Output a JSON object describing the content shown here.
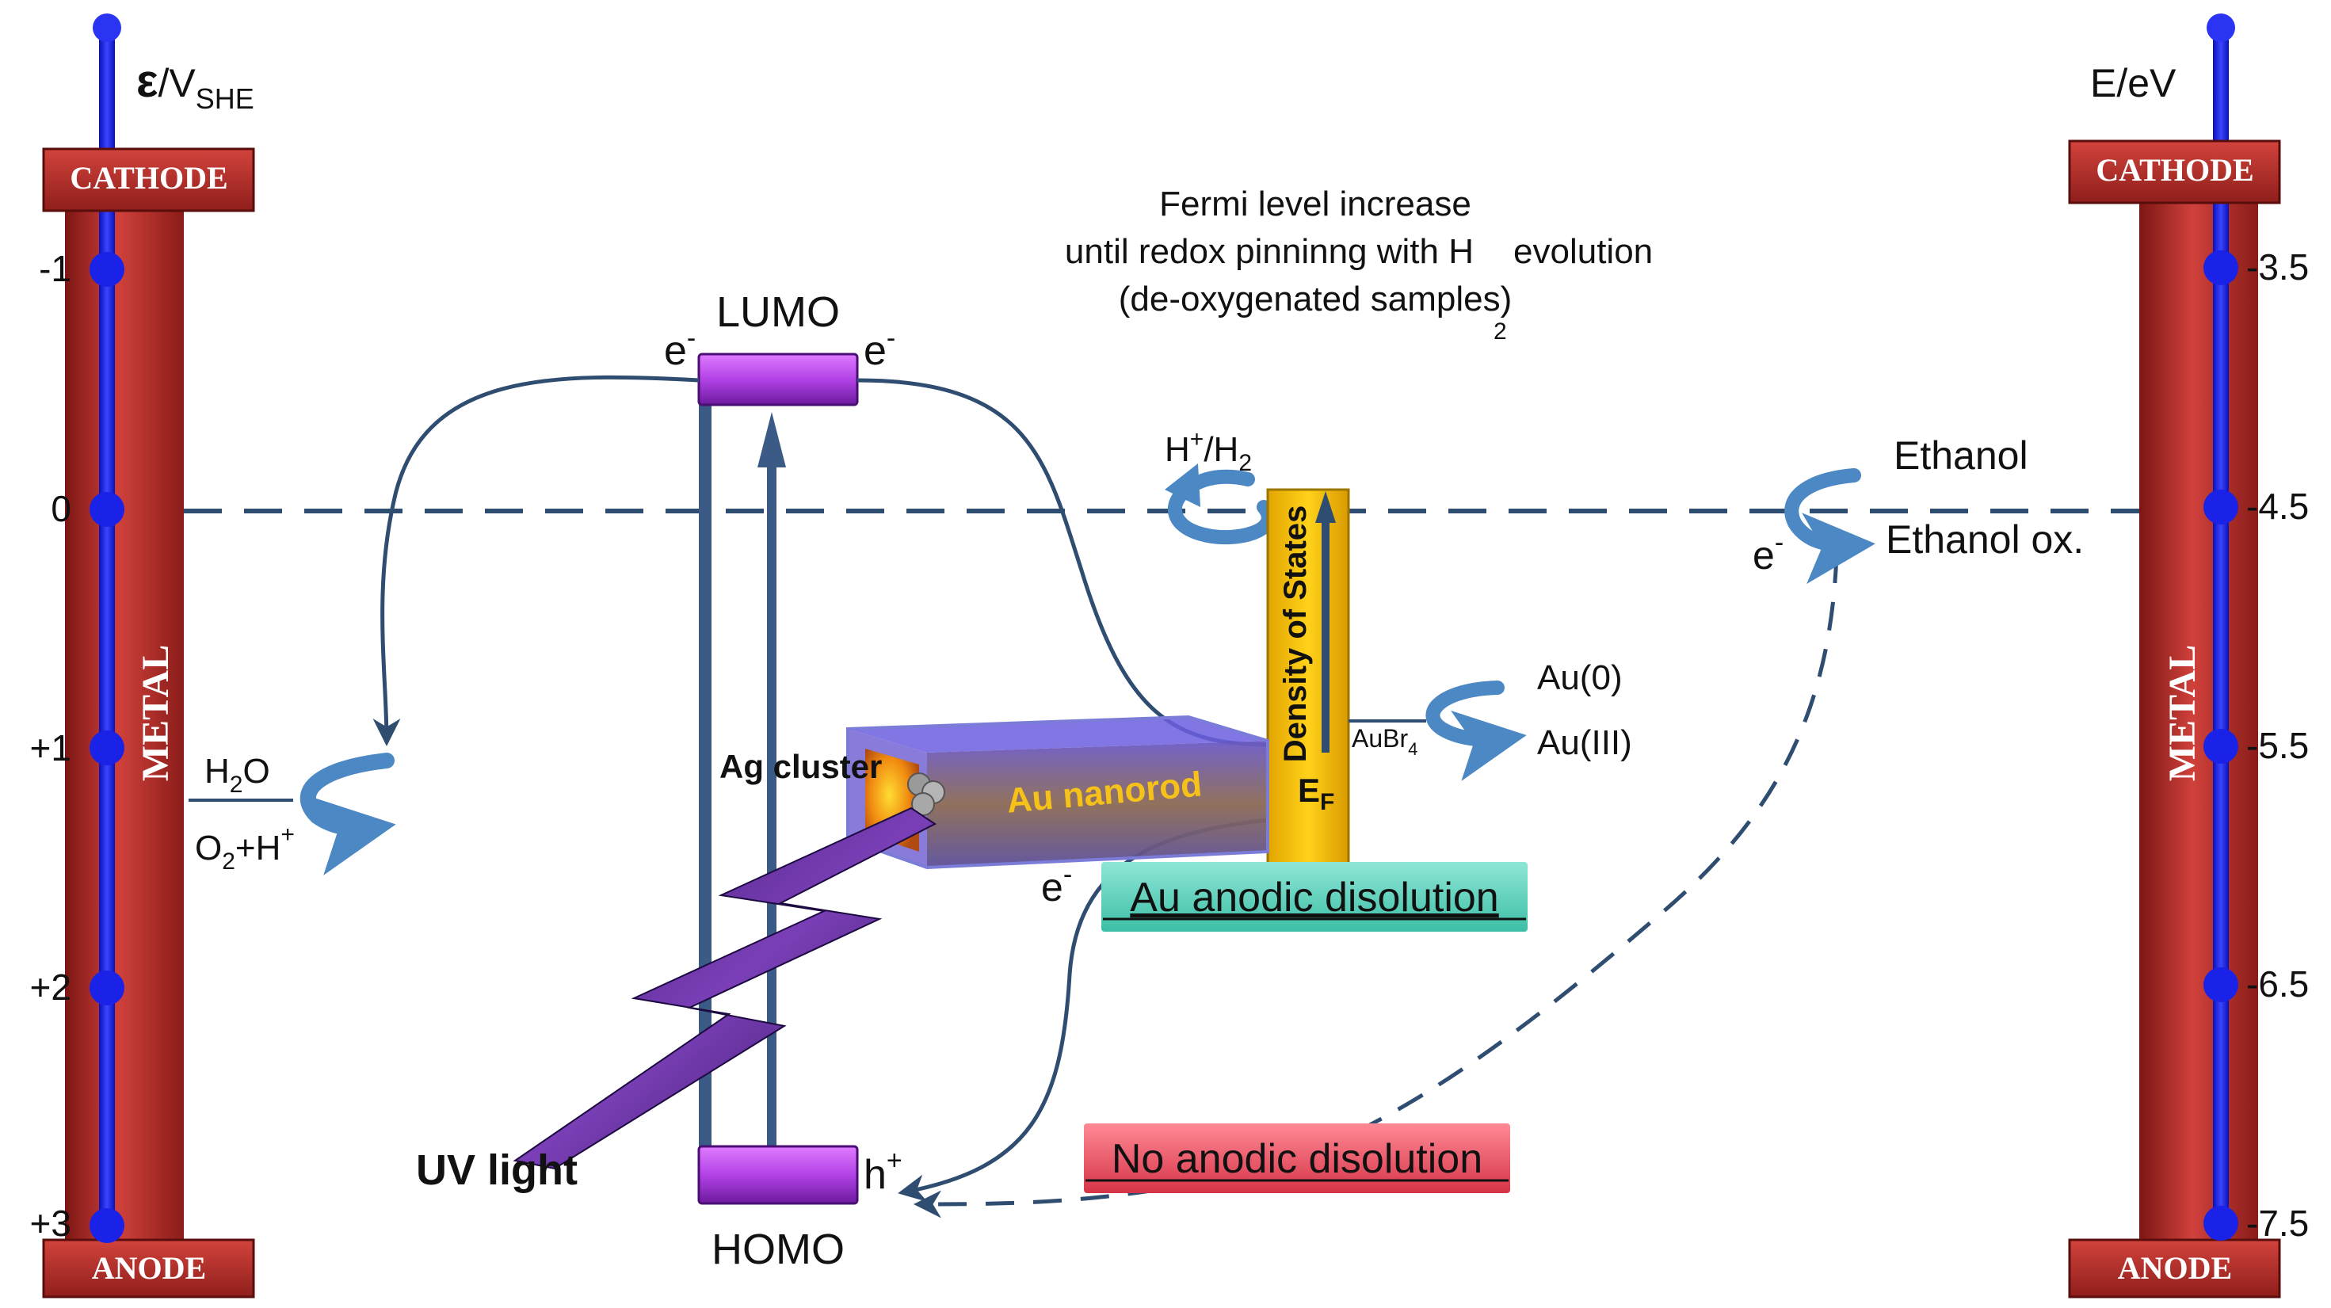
{
  "left_scale": {
    "title_symbol": "ε",
    "title_unit": "/V",
    "title_sub": "SHE",
    "cathode_label": "CATHODE",
    "anode_label": "ANODE",
    "metal_label": "METAL",
    "ticks": [
      "-1",
      "0",
      "+1",
      "+2",
      "+3"
    ]
  },
  "right_scale": {
    "title": "E/eV",
    "cathode_label": "CATHODE",
    "anode_label": "ANODE",
    "metal_label": "METAL",
    "ticks": [
      "-3.5",
      "-4.5",
      "-5.5",
      "-6.5",
      "-7.5"
    ]
  },
  "annotation": {
    "line1": "Fermi level increase",
    "line2": "until redox pinninng with H",
    "line2_end": "evolution",
    "line3": "(de-oxygenated samples)",
    "sub2": "2"
  },
  "levels": {
    "lumo": "LUMO",
    "homo": "HOMO",
    "electron": "e",
    "minus": "-",
    "hole": "h",
    "plus": "+"
  },
  "labels": {
    "h2o_h": "H",
    "h2o_sub": "2",
    "h2o_o": "O",
    "o2_o": "O",
    "o2_sub": "2",
    "o2_rest": "+H",
    "o2_sup": "+",
    "hh2_h": "H",
    "hh2_sup": "+",
    "hh2_rest": "/H",
    "hh2_sub": "2",
    "ethanol": "Ethanol",
    "ethanol_ox": "Ethanol ox.",
    "au0": "Au(0)",
    "au3": "Au(III)",
    "aubr_main": "AuBr",
    "aubr_sub": "4",
    "dos": "Density of States",
    "ef": "E",
    "ef_sub": "F",
    "ag_cluster": "Ag cluster",
    "au_nanorod": "Au nanorod",
    "uv_light": "UV light",
    "au_anodic": "Au anodic disolution",
    "no_anodic": "No anodic disolution"
  },
  "colors": {
    "axis_blue": "#1a22e8",
    "metal_red": "#b82e2a",
    "flow_line": "#2f4d70",
    "arrow_blue": "#4b88c4",
    "level_purple": "#a43ad6",
    "dos_yellow": "#f2c200",
    "anodic_teal": "#5fd4bf",
    "no_anodic_red": "#e84f5e"
  }
}
